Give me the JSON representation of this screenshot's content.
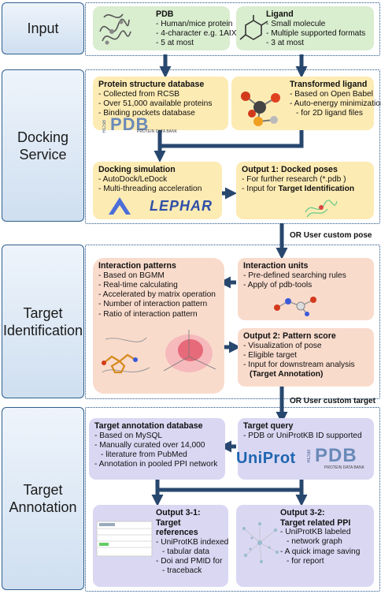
{
  "stages": {
    "input": "Input",
    "docking": [
      "Docking",
      "Service"
    ],
    "target_identification": [
      "Target",
      "Identification"
    ],
    "target_annotation": [
      "Target",
      "Annotation"
    ]
  },
  "boxes": {
    "pdb": {
      "title": "PDB",
      "items": [
        "Human/mice protein",
        "4-character e.g. 1AIX",
        "5 at most"
      ]
    },
    "ligand": {
      "title": "Ligand",
      "items": [
        "Small molecule",
        "Multiple supported formats",
        "3 at most"
      ]
    },
    "protein_db": {
      "title": "Protein structure database",
      "items": [
        "Collected from RCSB",
        "Over 51,000 available proteins",
        "Binding pockets database"
      ]
    },
    "transformed_ligand": {
      "title": "Transformed ligand",
      "items": [
        "Based on Open Babel",
        "Auto-energy minimization",
        "for 2D ligand files"
      ]
    },
    "docking_sim": {
      "title": "Docking simulation",
      "items": [
        "AutoDock/LeDock",
        "Multi-threading acceleration"
      ]
    },
    "output1": {
      "title": "Output 1: Docked poses",
      "items": [
        "For further research (*.pdb )",
        "Input for"
      ],
      "bold_tail": "Target Identification"
    },
    "interaction_patterns": {
      "title": "Interaction patterns",
      "items": [
        "Based on BGMM",
        "Real-time calculating",
        "Accelerated by matrix operation",
        "Number of interaction pattern",
        "Ratio of interaction pattern"
      ]
    },
    "interaction_units": {
      "title": "Interaction units",
      "items": [
        "Pre-defined searching rules",
        "Apply of pdb-tools"
      ]
    },
    "output2": {
      "title": "Output 2: Pattern score",
      "items": [
        "Visualization of pose",
        "Eligible target",
        "Input for downstream analysis"
      ],
      "bold_line": "(Target Annotation)"
    },
    "annotation_db": {
      "title": "Target annotation database",
      "items": [
        "Based on MySQL",
        "Manually curated over 14,000",
        "literature from PubMed",
        "Annotation in pooled PPI network"
      ]
    },
    "target_query": {
      "title": "Target query",
      "items": [
        "PDB or UniProtKB ID supported"
      ]
    },
    "output31": {
      "title": "Output 3-1:",
      "title2": "Target references",
      "items": [
        "UniProtKB indexed",
        "tabular data",
        "Doi and PMID for",
        "traceback"
      ]
    },
    "output32": {
      "title": "Output 3-2:",
      "title2": "Target related PPI",
      "items": [
        "UniProtKB labeled",
        "network graph",
        "A quick image saving",
        "for report"
      ]
    }
  },
  "notes": {
    "custom_pose": "OR User custom pose",
    "custom_target": "OR User custom target"
  },
  "logos": {
    "pdb": "PDB",
    "pdb_sub": "PROTEIN DATA BANK",
    "rcsb": "RCSB",
    "lephar": "LEPHAR",
    "uniprot": "UniProt"
  },
  "colors": {
    "frame": "#1f4f86",
    "arrow": "#27476e",
    "green": "#d9edcf",
    "yellow": "#fdebb4",
    "peach": "#f9dbcc",
    "lavender": "#dad7f3"
  }
}
